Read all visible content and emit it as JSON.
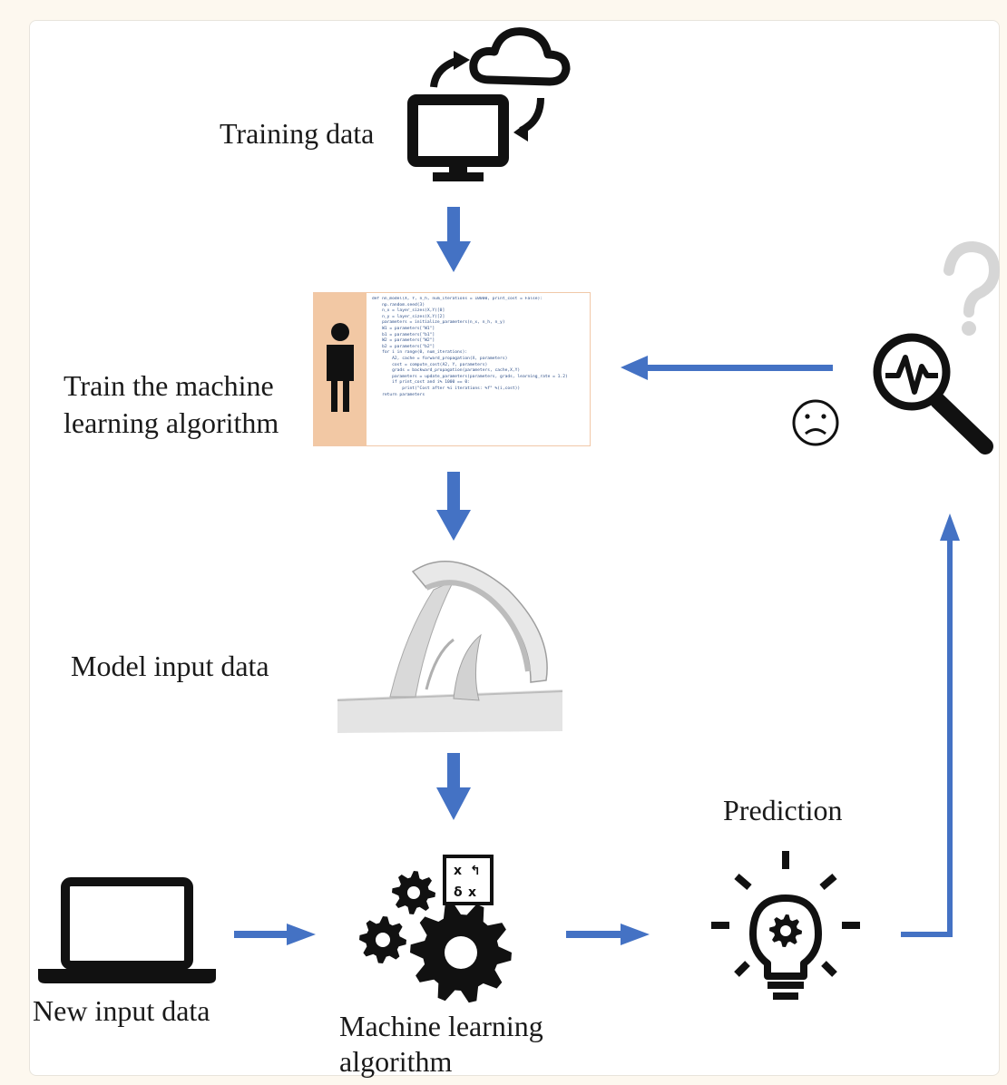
{
  "labels": {
    "training_data": "Training data",
    "train_algorithm_line1": "Train the machine",
    "train_algorithm_line2": "learning algorithm",
    "model_input_data": "Model input data",
    "new_input_data": "New input data",
    "ml_algorithm_line1": "Machine learning",
    "ml_algorithm_line2": "algorithm",
    "prediction": "Prediction"
  },
  "code_snippet": [
    "def nn_model(X, Y, n_h, num_iterations = 10000, print_cost = False):",
    "    np.random.seed(3)",
    "    n_x = layer_sizes(X,Y)[0]",
    "    n_y = layer_sizes(X,Y)[2]",
    "    parameters = initialize_parameters(n_x, n_h, n_y)",
    "    W1 = parameters[\"W1\"]",
    "    b1 = parameters[\"b1\"]",
    "    W2 = parameters[\"W2\"]",
    "    b2 = parameters[\"b2\"]",
    "",
    "    for i in range(0, num_iterations):",
    "        A2, cache = forward_propagation(X, parameters)",
    "        cost = compute_cost(A2, Y, parameters)",
    "        grads = backward_propagation(parameters, cache,X,Y)",
    "        parameters = update_parameters(parameters, grads, learning_rate = 1.2)",
    "        if print_cost and i% 1000 == 0:",
    "            print(\"Cost after %i iterations: %f\" %(i,cost))",
    "",
    "    return parameters"
  ],
  "colors": {
    "arrow": "#4472c4",
    "icon": "#111111",
    "code_accent": "#f2c8a4",
    "question_mark": "#d8d8d8"
  },
  "icons": [
    "monitor-icon",
    "cloud-icon",
    "sync-arrows-icon",
    "person-icon",
    "magnifier-pulse-icon",
    "question-mark-icon",
    "sad-face-icon",
    "laptop-icon",
    "gears-icon",
    "chalkboard-icon",
    "lightbulb-gear-icon"
  ]
}
